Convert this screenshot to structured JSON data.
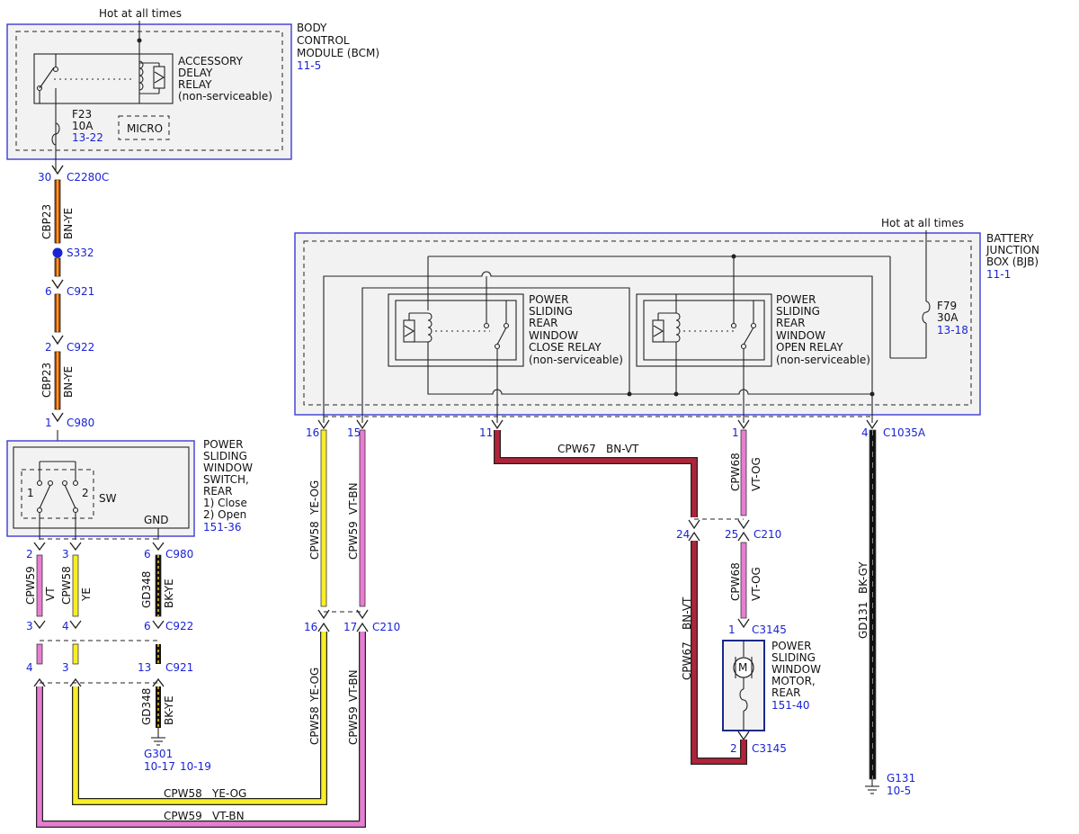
{
  "colors": {
    "module_border": "#3b3bd4",
    "ref_blue": "#1a23d6",
    "bn_ye": "#b8430f",
    "ye": "#f7ee26",
    "vt": "#e77ed1",
    "bn_vt": "#b0243a",
    "bk": "#111111"
  },
  "bcm": {
    "hot": "Hot at all times",
    "title1": "BODY",
    "title2": "CONTROL",
    "title3": "MODULE (BCM)",
    "ref": "11-5",
    "relay1": "ACCESSORY",
    "relay2": "DELAY",
    "relay3": "RELAY",
    "relay4": "(non-serviceable)",
    "fuse": "F23",
    "amps": "10A",
    "fuse_ref": "13-22",
    "micro": "MICRO"
  },
  "left_harness": {
    "pin30": "30",
    "c2280c": "C2280C",
    "circuit_a": "CBP23",
    "color_a": "BN-YE",
    "splice": "S332",
    "pin6": "6",
    "c921": "C921",
    "pin2": "2",
    "c922": "C922",
    "circuit_b": "CBP23",
    "color_b": "BN-YE",
    "pin1": "1",
    "c980": "C980"
  },
  "switch": {
    "t1": "POWER",
    "t2": "SLIDING",
    "t3": "WINDOW",
    "t4": "SWITCH,",
    "t5": "REAR",
    "t6": "1) Close",
    "t7": "2) Open",
    "ref": "151-36",
    "sw": "SW",
    "gnd": "GND",
    "p1": "1",
    "p2": "2"
  },
  "switch_pins": {
    "vt_top": "2",
    "ye_top": "3",
    "gd_top": "6",
    "c980": "C980",
    "vt_c922": "3",
    "ye_c922": "4",
    "gd_c922": "6",
    "c922": "C922",
    "vt_c921": "4",
    "ye_c921": "3",
    "gd_c921": "13",
    "c921": "C921",
    "vt_circuit": "CPW59",
    "vt_color": "VT",
    "ye_circuit": "CPW58",
    "ye_color": "YE",
    "gd_circuit": "GD348",
    "gd_color": "BK-YE",
    "gd_circuit2": "GD348",
    "gd_color2": "BK-YE",
    "ground": "G301",
    "ground_ref1": "10-17",
    "ground_ref2": "10-19"
  },
  "bjb": {
    "hot": "Hot at all times",
    "title1": "BATTERY",
    "title2": "JUNCTION",
    "title3": "BOX (BJB)",
    "ref": "11-1",
    "close1": "POWER",
    "close2": "SLIDING",
    "close3": "REAR",
    "close4": "WINDOW",
    "close5": "CLOSE RELAY",
    "close6": "(non-serviceable)",
    "open1": "POWER",
    "open2": "SLIDING",
    "open3": "REAR",
    "open4": "WINDOW",
    "open5": "OPEN RELAY",
    "open6": "(non-serviceable)",
    "fuse": "F79",
    "amps": "30A",
    "fuse_ref": "13-18",
    "pin16": "16",
    "pin15": "15",
    "pin11": "11",
    "pin1": "1",
    "pin4": "4",
    "c1035a": "C1035A"
  },
  "mid_wires": {
    "ye_circuit": "CPW58",
    "ye_color": "YE-OG",
    "vt_circuit": "CPW59",
    "vt_color": "VT-BN",
    "pin16": "16",
    "pin17": "17",
    "c210": "C210",
    "ye_circuit2": "CPW58",
    "ye_color2": "YE-OG",
    "vt_circuit2": "CPW59",
    "vt_color2": "VT-BN",
    "bottom_ye_circuit": "CPW58",
    "bottom_ye_color": "YE-OG",
    "bottom_vt_circuit": "CPW59",
    "bottom_vt_color": "VT-BN"
  },
  "motor_side": {
    "bnvt_circuit": "CPW67",
    "bnvt_color": "BN-VT",
    "og_circuit": "CPW68",
    "og_color": "VT-OG",
    "pin24": "24",
    "pin25": "25",
    "c210": "C210",
    "og_circuit2": "CPW68",
    "og_color2": "VT-OG",
    "bnvt_circuit2": "CPW67",
    "bnvt_color2": "BN-VT",
    "pin1": "1",
    "c3145_top": "C3145",
    "pin2": "2",
    "c3145_bot": "C3145",
    "m": "M",
    "motor1": "POWER",
    "motor2": "SLIDING",
    "motor3": "WINDOW",
    "motor4": "MOTOR,",
    "motor5": "REAR",
    "motor_ref": "151-40"
  },
  "ground_wire": {
    "circuit": "GD131",
    "color": "BK-GY",
    "ground": "G131",
    "ref": "10-5"
  }
}
